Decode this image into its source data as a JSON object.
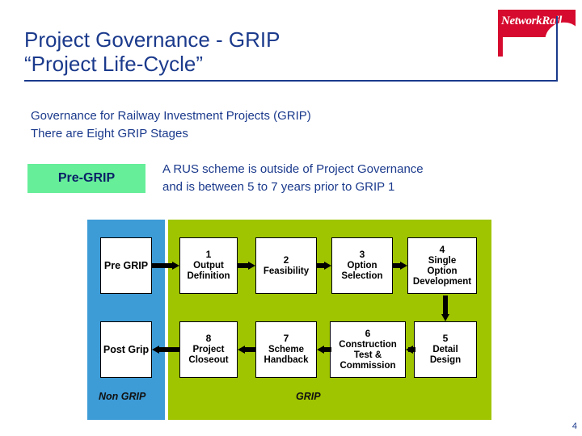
{
  "logo": {
    "text": "NetworkRail",
    "brand_color": "#d60a2e"
  },
  "title": {
    "line1": "Project Governance - GRIP",
    "line2": "“Project Life-Cycle”",
    "color": "#1b3a8c"
  },
  "intro": {
    "line1": "Governance for Railway Investment Projects  (GRIP)",
    "line2": "There are Eight GRIP Stages"
  },
  "callout": {
    "badge": "Pre-GRIP",
    "badge_color": "#66ee99",
    "line1": "A RUS scheme is outside of Project Governance",
    "line2": "and is between 5 to 7 years prior to GRIP 1"
  },
  "diagram": {
    "left_column_color": "#3d9bd6",
    "right_column_color": "#9fc400",
    "side_nodes": [
      {
        "label": "Pre GRIP"
      },
      {
        "label": "Post Grip"
      }
    ],
    "footer_labels": [
      {
        "label": "Non GRIP"
      },
      {
        "label": "GRIP"
      }
    ],
    "stages": [
      {
        "num": "1",
        "line1": "Output",
        "line2": "Definition"
      },
      {
        "num": "2",
        "line1": "Feasibility",
        "line2": ""
      },
      {
        "num": "3",
        "line1": "Option",
        "line2": "Selection"
      },
      {
        "num": "4",
        "line1": "Single",
        "line2": "Option",
        "line3": "Development"
      },
      {
        "num": "5",
        "line1": "Detail",
        "line2": "Design"
      },
      {
        "num": "6",
        "line1": "Construction",
        "line2": "Test &",
        "line3": "Commission"
      },
      {
        "num": "7",
        "line1": "Scheme",
        "line2": "Handback"
      },
      {
        "num": "8",
        "line1": "Project",
        "line2": "Closeout"
      }
    ]
  },
  "page_number": "4"
}
